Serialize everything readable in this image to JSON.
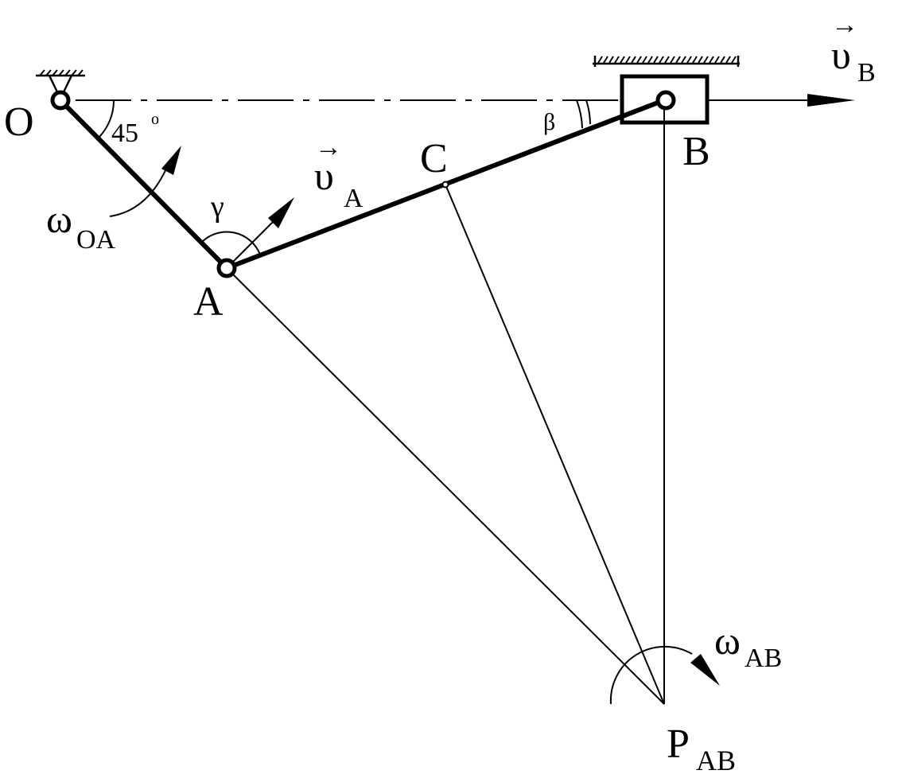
{
  "points": {
    "O": "O",
    "A": "A",
    "B": "B",
    "C": "C",
    "P": "P",
    "P_sub": "AB"
  },
  "angles": {
    "oa_angle": "45",
    "oa_angle_deg": "o",
    "gamma": "γ",
    "beta": "β"
  },
  "vectors": {
    "vA_symbol": "υ",
    "vA_sub": "A",
    "vB_symbol": "υ",
    "vB_sub": "B",
    "arrow": "→"
  },
  "omegas": {
    "omega_oa_symbol": "ω",
    "omega_oa_sub": "OA",
    "omega_ab_symbol": "ω",
    "omega_ab_sub": "AB"
  }
}
